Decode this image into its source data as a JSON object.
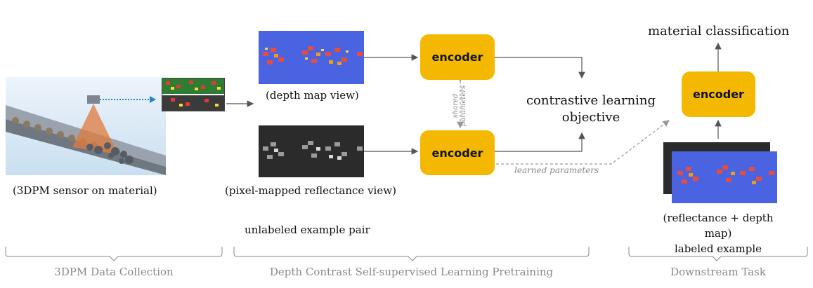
{
  "labels": {
    "sensor_caption": "(3DPM sensor on material)",
    "depth_view": "(depth map view)",
    "reflectance_view": "(pixel-mapped reflectance view)",
    "unlabeled_pair": "unlabeled example pair",
    "contrastive_line1": "contrastive learning",
    "contrastive_line2": "objective",
    "material_classification": "material classification",
    "labeled_line1": "(reflectance + depth map)",
    "labeled_line2": "labeled example",
    "shared_line1": "shared",
    "shared_line2": "parameters",
    "learned_parameters": "learned parameters"
  },
  "encoders": {
    "top": "encoder",
    "bottom": "encoder",
    "downstream": "encoder"
  },
  "sections": {
    "data_collection": "3DPM Data Collection",
    "pretraining": "Depth Contrast Self-supervised Learning Pretraining",
    "downstream": "Downstream Task"
  },
  "colors": {
    "encoder": "#f5b800",
    "depth_panel": "#4a63e0",
    "arrow": "#555555",
    "section_text": "#8a8a8a"
  }
}
